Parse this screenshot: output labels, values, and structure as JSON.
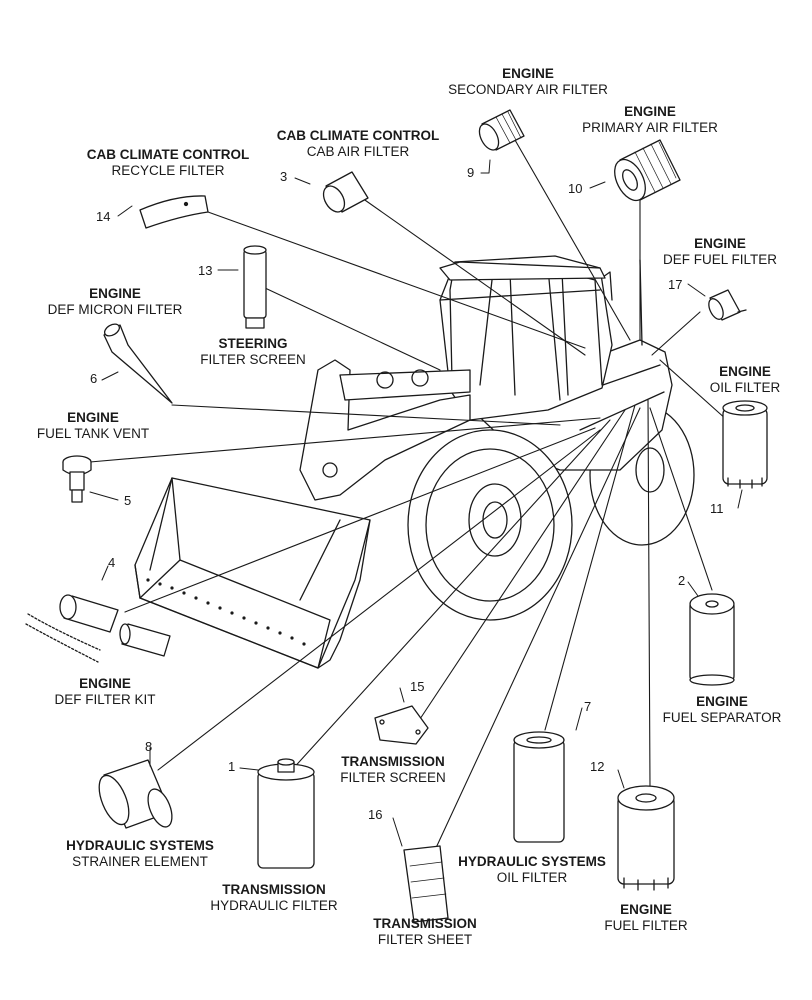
{
  "callouts": [
    {
      "num": "1",
      "system": "TRANSMISSION",
      "part": "HYDRAULIC FILTER"
    },
    {
      "num": "2",
      "system": "ENGINE",
      "part": "FUEL SEPARATOR"
    },
    {
      "num": "3",
      "system": "CAB CLIMATE CONTROL",
      "part": "CAB AIR FILTER"
    },
    {
      "num": "4",
      "system": "ENGINE",
      "part": "DEF FILTER KIT"
    },
    {
      "num": "5",
      "system": "ENGINE",
      "part": "FUEL TANK VENT"
    },
    {
      "num": "6",
      "system": "ENGINE",
      "part": "DEF MICRON FILTER"
    },
    {
      "num": "7",
      "system": "HYDRAULIC SYSTEMS",
      "part": "OIL FILTER"
    },
    {
      "num": "8",
      "system": "HYDRAULIC SYSTEMS",
      "part": "STRAINER ELEMENT"
    },
    {
      "num": "9",
      "system": "ENGINE",
      "part": "SECONDARY AIR FILTER"
    },
    {
      "num": "10",
      "system": "ENGINE",
      "part": "PRIMARY AIR FILTER"
    },
    {
      "num": "11",
      "system": "ENGINE",
      "part": "OIL FILTER"
    },
    {
      "num": "12",
      "system": "ENGINE",
      "part": "FUEL FILTER"
    },
    {
      "num": "13",
      "system": "STEERING",
      "part": "FILTER SCREEN"
    },
    {
      "num": "14",
      "system": "CAB CLIMATE CONTROL",
      "part": "RECYCLE FILTER"
    },
    {
      "num": "15",
      "system": "TRANSMISSION",
      "part": "FILTER SCREEN"
    },
    {
      "num": "16",
      "system": "TRANSMISSION",
      "part": "FILTER SHEET"
    },
    {
      "num": "17",
      "system": "ENGINE",
      "part": "DEF FUEL FILTER"
    }
  ]
}
